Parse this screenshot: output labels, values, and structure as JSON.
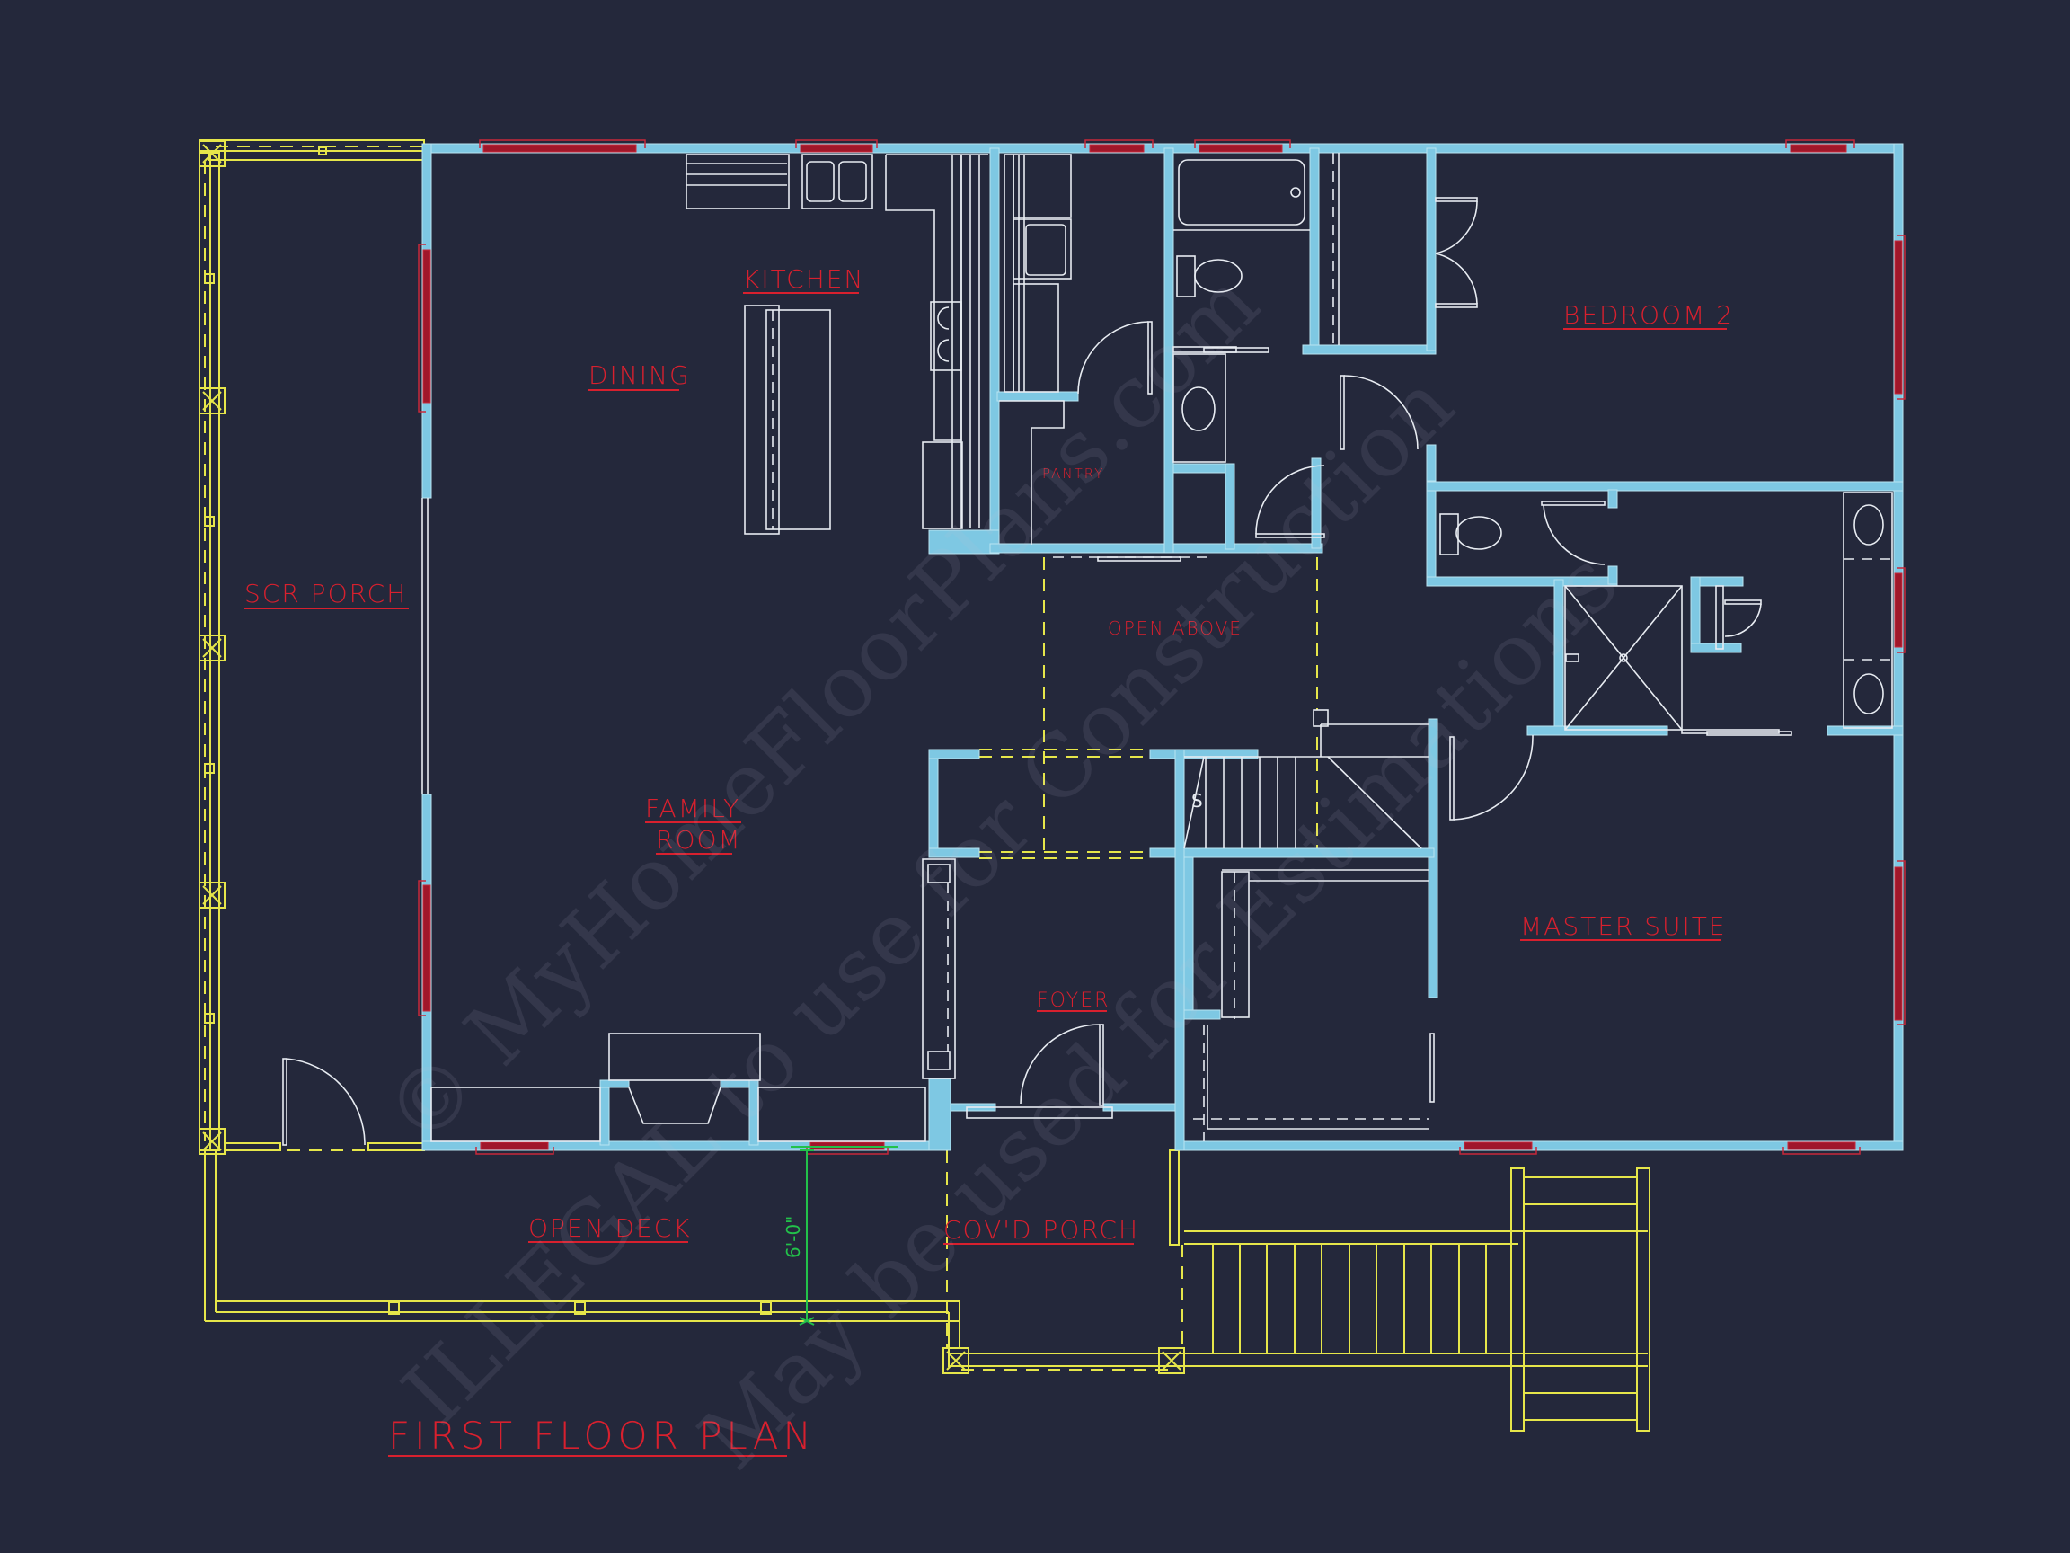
{
  "drawing": {
    "title": "FIRST FLOOR PLAN",
    "background_color": "#24283b",
    "colors": {
      "walls": "#7ec8e3",
      "deck_outline": "#e6e64a",
      "fixtures": "#e8ecf2",
      "windows": "#a0172a",
      "labels": "#d8202e",
      "dimension": "#22c24a"
    }
  },
  "rooms": {
    "scr_porch": "SCR PORCH",
    "dining": "DINING",
    "kitchen": "KITCHEN",
    "pantry": "PANTRY",
    "bedroom_2": "BEDROOM 2",
    "open_above": "OPEN ABOVE",
    "family_room_line1": "FAMILY",
    "family_room_line2": "ROOM",
    "foyer": "FOYER",
    "master_suite": "MASTER SUITE",
    "open_deck": "OPEN DECK",
    "covd_porch": "COV'D PORCH"
  },
  "dimensions": {
    "deck_depth": "6'-0\""
  },
  "stair": {
    "symbol": "S"
  },
  "watermark": {
    "line1": "© MyHomeFloorPlans.com",
    "line2": "ILLEGAL to use for Construction",
    "line3": "May be used for Estimations"
  }
}
